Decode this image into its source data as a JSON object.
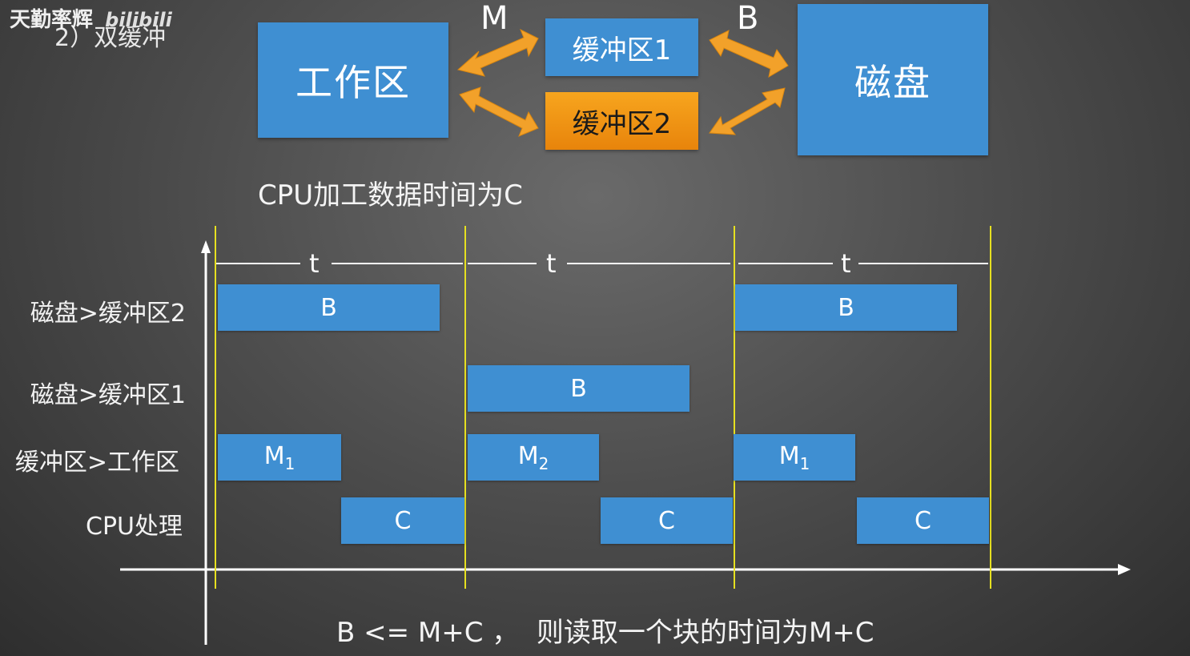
{
  "watermark": "天勤率辉",
  "watermark_logo": "bilibili",
  "subtitle": "2）双缓冲",
  "top_diagram": {
    "work_area": "工作区",
    "buffer1": "缓冲区1",
    "buffer2": "缓冲区2",
    "disk": "磁盘",
    "m_label": "M",
    "b_label": "B",
    "colors": {
      "box_blue": "#3f8fd2",
      "buffer2_orange": "#f29a16",
      "arrow_orange": "#f2a12a"
    }
  },
  "cpu_caption": "CPU加工数据时间为C",
  "timeline": {
    "t_labels": [
      "t",
      "t",
      "t"
    ],
    "rows": [
      "磁盘>缓冲区2",
      "磁盘>缓冲区1",
      "缓冲区>工作区",
      "CPU处理"
    ],
    "bars": {
      "row1_b1": "B",
      "row1_b2": "B",
      "row2_b1": "B",
      "row3_m1a": "M",
      "row3_m1a_sub": "1",
      "row3_m2": "M",
      "row3_m2_sub": "2",
      "row3_m1b": "M",
      "row3_m1b_sub": "1",
      "row4_c1": "C",
      "row4_c2": "C",
      "row4_c3": "C"
    },
    "divider_color": "#e6e020"
  },
  "bottom_caption": "B <= M+C ，  则读取一个块的时间为M+C"
}
